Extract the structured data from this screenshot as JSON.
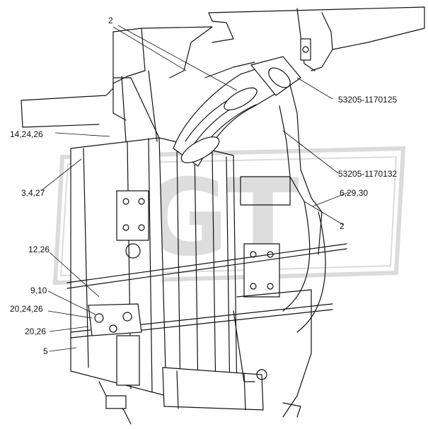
{
  "callouts": {
    "c1": "2",
    "c2": "53205-1170125",
    "c3": "14,24,26",
    "c4": "53205-1170132",
    "c5": "3,4,27",
    "c6": "6,29,30",
    "c7": "2",
    "c8": "12,26",
    "c9": "9,10",
    "c10": "20,24,26",
    "c11": "20,26",
    "c12": "5"
  },
  "colors": {
    "line": "#111111",
    "watermark": "#c8c8c8",
    "background": "#ffffff"
  }
}
